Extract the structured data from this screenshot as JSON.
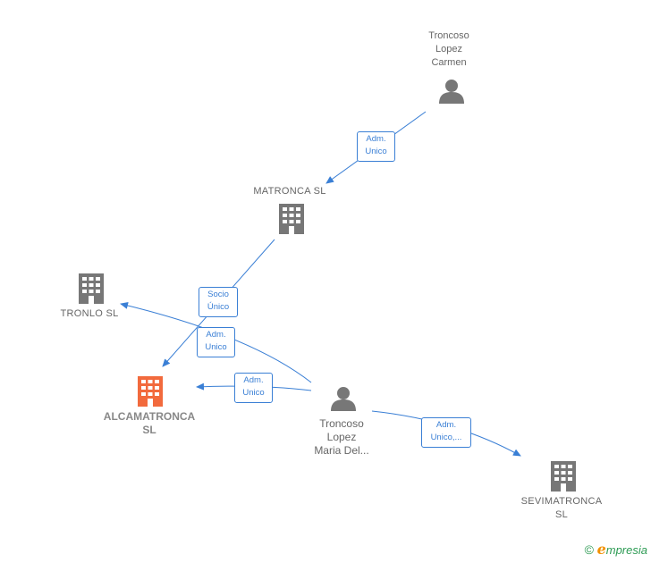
{
  "colors": {
    "edge": "#3a7fd5",
    "person": "#777777",
    "company": "#777777",
    "focus_company": "#f26a3d"
  },
  "nodes": {
    "troncoso_carmen": {
      "lines": [
        "Troncoso",
        "Lopez",
        "Carmen"
      ],
      "icon": "person-icon"
    },
    "matronca": {
      "lines": [
        "MATRONCA SL"
      ],
      "icon": "building-icon"
    },
    "tronlo": {
      "lines": [
        "TRONLO  SL"
      ],
      "icon": "building-icon"
    },
    "alcamatronca": {
      "lines": [
        "ALCAMATRONCA",
        "SL"
      ],
      "icon": "building-icon"
    },
    "troncoso_maria": {
      "lines": [
        "Troncoso",
        "Lopez",
        "Maria Del..."
      ],
      "icon": "person-icon"
    },
    "sevimatronca": {
      "lines": [
        "SEVIMATRONCA",
        "SL"
      ],
      "icon": "building-icon"
    }
  },
  "edges": {
    "carmen_matronca": {
      "lines": [
        "Adm.",
        "Unico"
      ]
    },
    "matronca_alcamatronca": {
      "lines": [
        "Socio",
        "Único"
      ]
    },
    "maria_tronlo": {
      "lines": [
        "Adm.",
        "Unico"
      ]
    },
    "maria_alcamatronca": {
      "lines": [
        "Adm.",
        "Unico"
      ]
    },
    "maria_sevimatronca": {
      "lines": [
        "Adm.",
        "Unico,..."
      ]
    }
  },
  "watermark": {
    "copyright": "©",
    "brand_initial": "e",
    "brand_rest": "mpresia"
  }
}
